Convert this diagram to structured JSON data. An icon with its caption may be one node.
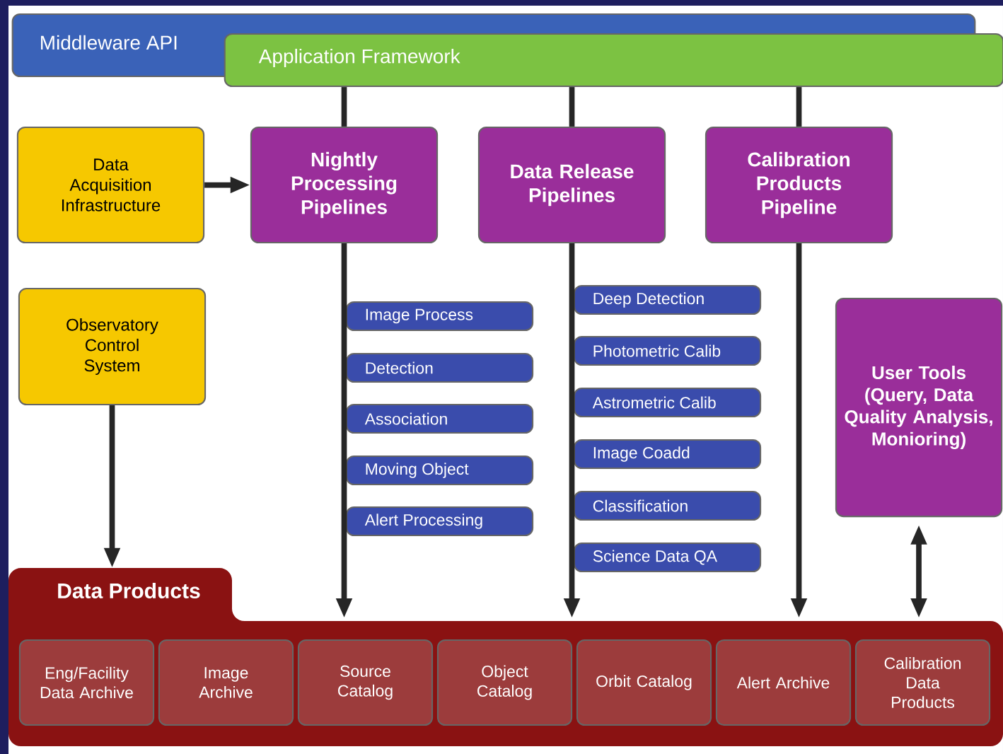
{
  "diagram": {
    "nodes": [
      {
        "text": [
          "Middleware API"
        ]
      },
      {
        "text": [
          "Application Framework"
        ]
      },
      {
        "text": [
          "Data Acquisition Infrastructure"
        ]
      },
      {
        "text": [
          "Nightly Processing Pipelines"
        ]
      },
      {
        "text": [
          "Data Release Pipelines"
        ]
      },
      {
        "text": [
          "Calibration Products Pipeline"
        ]
      },
      {
        "text": [
          "Observatory Control System"
        ]
      },
      {
        "text": [
          "Image Process"
        ]
      },
      {
        "text": [
          "Detection"
        ]
      },
      {
        "text": [
          "Association"
        ]
      },
      {
        "text": [
          "Moving Object"
        ]
      },
      {
        "text": [
          "Alert Processing"
        ]
      },
      {
        "text": [
          "Deep Detection"
        ]
      },
      {
        "text": [
          "Photometric Calib"
        ]
      },
      {
        "text": [
          "Astrometric Calib"
        ]
      },
      {
        "text": [
          "Image Coadd"
        ]
      },
      {
        "text": [
          "Classification"
        ]
      },
      {
        "text": [
          "Science Data QA"
        ]
      },
      {
        "text": [
          "User Tools (Query, Data Quality Analysis, Monioring)"
        ]
      },
      {
        "text": [
          "Data Products"
        ]
      },
      {
        "text": [
          "Eng/Facility Data Archive"
        ],
        "in": 19
      },
      {
        "text": [
          "Image Archive"
        ],
        "in": 19
      },
      {
        "text": [
          "Source Catalog"
        ],
        "in": 19
      },
      {
        "text": [
          "Object Catalog"
        ],
        "in": 19
      },
      {
        "text": [
          "Orbit Catalog"
        ],
        "in": 19
      },
      {
        "text": [
          "Alert Archive"
        ],
        "in": 19
      },
      {
        "text": [
          "Calibration Data Products"
        ],
        "in": 19
      }
    ],
    "edges": [
      {
        "from": 1,
        "to": 3,
        "arrow": "none"
      },
      {
        "from": 1,
        "to": 4,
        "arrow": "none"
      },
      {
        "from": 1,
        "to": 5,
        "arrow": "none"
      },
      {
        "from": 2,
        "to": 3,
        "arrow": "to"
      },
      {
        "from": 6,
        "to": 19,
        "arrow": "to"
      },
      {
        "from": 3,
        "to": 19,
        "arrow": "to"
      },
      {
        "from": 4,
        "to": 19,
        "arrow": "to"
      },
      {
        "from": 5,
        "to": 19,
        "arrow": "to"
      },
      {
        "from": 18,
        "to": 19,
        "arrow": "both"
      }
    ]
  }
}
